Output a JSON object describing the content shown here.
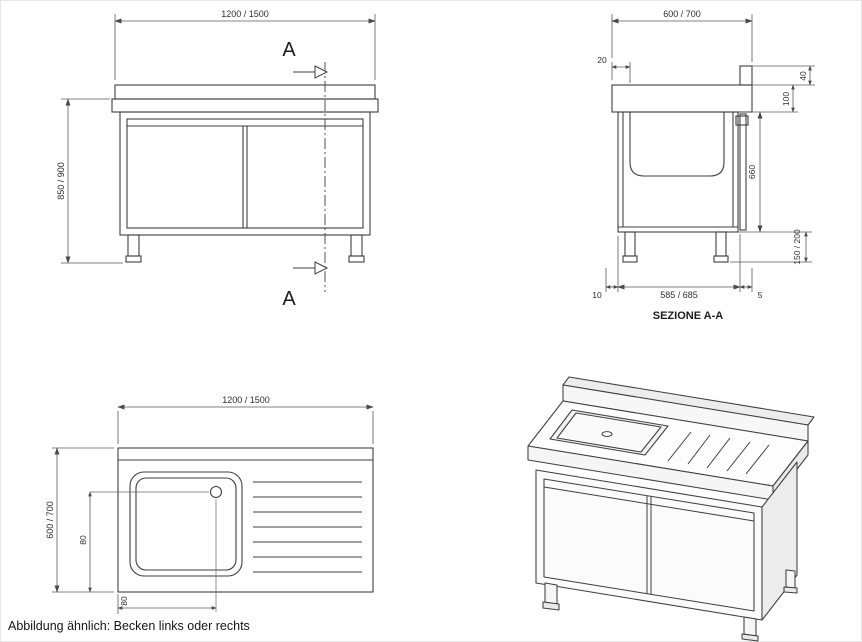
{
  "page": {
    "caption": "Abbildung ähnlich: Becken links oder rechts"
  },
  "colors": {
    "line": "#3f3f3f",
    "dimension_line": "#5a5a5a",
    "text": "#2e2e2e"
  },
  "front_view": {
    "width_dim": "1200 / 1500",
    "height_dim": "850 / 900",
    "section_letter_top": "A",
    "section_letter_bottom": "A"
  },
  "section_view": {
    "title": "SEZIONE A-A",
    "width_dim": "600 / 700",
    "offset_dim": "20",
    "splash_dim": "40",
    "top_dim": "100",
    "body_dim": "660",
    "leg_dim": "150 / 200",
    "overhang_dim": "10",
    "inner_width_dim": "585 / 685",
    "gap_dim": "5"
  },
  "plan_view": {
    "width_dim": "1200 / 1500",
    "depth_dim": "600 / 700",
    "drain_dim_vertical": "80",
    "drain_dim_horizontal": "80"
  }
}
